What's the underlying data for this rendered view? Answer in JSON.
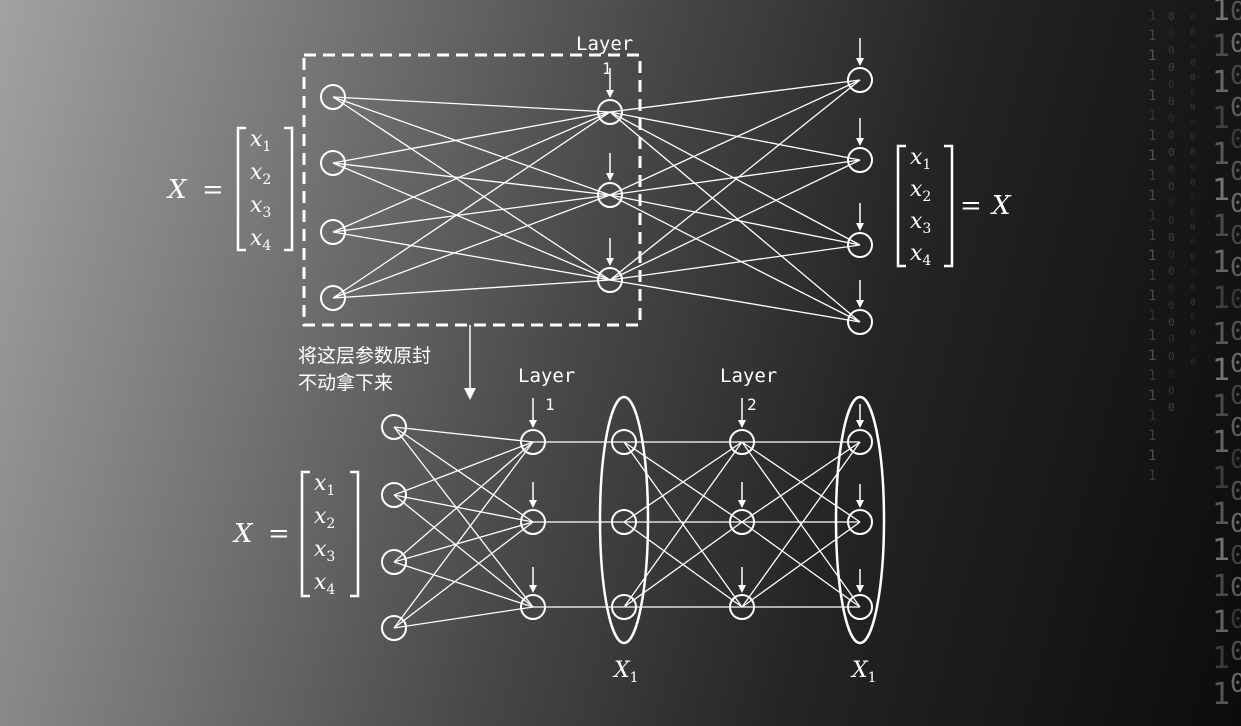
{
  "top": {
    "layer_label": "Layer",
    "layer_num": "1",
    "vector_left": [
      "x1",
      "x2",
      "x3",
      "x4"
    ],
    "lhs": "X",
    "rhs": "X"
  },
  "note": {
    "line1": "将这层参数原封",
    "line2": "不动拿下来"
  },
  "bottom": {
    "layer1_label": "Layer",
    "layer1_num": "1",
    "layer2_label": "Layer",
    "layer2_num": "2",
    "lhs": "X",
    "group_label_1": "X1",
    "group_label_2": "X1"
  },
  "colors": {
    "background_light": "#a2a2a2",
    "background_dark": "#0c0c0c",
    "lines": "#ffffff"
  }
}
